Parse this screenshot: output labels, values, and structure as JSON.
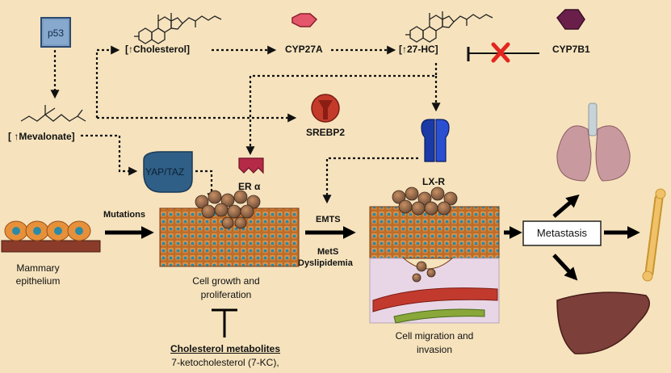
{
  "nodes": {
    "p53": "p53",
    "cholesterol": "[↑Cholesterol]",
    "cyp27a": "CYP27A",
    "hc27": "[↑27-HC]",
    "cyp7b1": "CYP7B1",
    "mevalonate": "[ ↑Mevalonate]",
    "srebp2": "SREBP2",
    "yaptaz": "YAP/TAZ",
    "era": "ER α",
    "lxr": "LX-R",
    "mutations": "Mutations",
    "emts": "EMTS",
    "mets": "MetS",
    "dyslipidemia": "Dyslipidemia",
    "metastasis": "Metastasis",
    "mammary_line1": "Mammary",
    "mammary_line2": "epithelium",
    "growth_line1": "Cell growth and",
    "growth_line2": "proliferation",
    "migration_line1": "Cell migration and",
    "migration_line2": "invasion",
    "metabolites_title": "Cholesterol metabolites",
    "metabolites_item": "7-ketocholesterol (7-KC),"
  },
  "colors": {
    "background": "#f6e3bd",
    "p53_box": "#7c9dc4",
    "cyp27a": "#e4566a",
    "cyp7b1": "#6a1f4a",
    "srebp2": "#c33a2b",
    "yaptaz": "#2f5f86",
    "era": "#b52a47",
    "lxr": "#1b3aa6",
    "inhibit_cross": "#e3261f",
    "organ_lung": "#c89aa0",
    "organ_liver": "#7d3f3a",
    "bone": "#f0c168",
    "cell_orange": "#e6913a",
    "cell_nucleus": "#2b8aa6"
  },
  "icons": [
    "sterol-structure-icon",
    "mevalonate-structure-icon",
    "hexagon-icon",
    "receptor-icon",
    "lung-icon",
    "liver-icon",
    "bone-icon",
    "cell-layer-icon",
    "tumor-icon",
    "blood-vessel-icon",
    "inhibition-cross-icon"
  ]
}
